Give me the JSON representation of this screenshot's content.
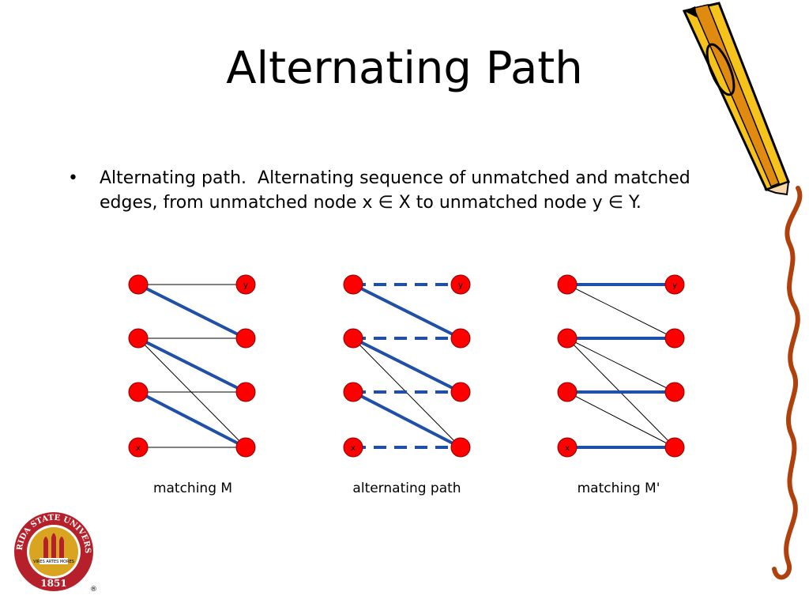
{
  "slide": {
    "title": "Alternating Path",
    "bullet": {
      "marker": "•",
      "line1": "Alternating path.  Alternating sequence of unmatched and matched",
      "line2_pre": "edges, from unmatched node x ",
      "element_of": "∈",
      "line2_mid": " X to unmatched node y ",
      "line2_post": " Y."
    }
  },
  "graphs": [
    {
      "caption": "matching M",
      "left_nodes": [
        "",
        "",
        "",
        "x"
      ],
      "right_nodes": [
        "y",
        "",
        "",
        ""
      ],
      "edges": [
        {
          "from": 0,
          "to": 0,
          "style": "thin"
        },
        {
          "from": 0,
          "to": 1,
          "style": "thick"
        },
        {
          "from": 1,
          "to": 1,
          "style": "thin"
        },
        {
          "from": 1,
          "to": 2,
          "style": "thick"
        },
        {
          "from": 1,
          "to": 3,
          "style": "thin"
        },
        {
          "from": 2,
          "to": 2,
          "style": "thin"
        },
        {
          "from": 2,
          "to": 3,
          "style": "thick"
        },
        {
          "from": 3,
          "to": 3,
          "style": "thin"
        }
      ]
    },
    {
      "caption": "alternating path",
      "left_nodes": [
        "",
        "",
        "",
        "x"
      ],
      "right_nodes": [
        "y",
        "",
        "",
        ""
      ],
      "edges": [
        {
          "from": 0,
          "to": 0,
          "style": "dashed"
        },
        {
          "from": 0,
          "to": 1,
          "style": "thick"
        },
        {
          "from": 1,
          "to": 1,
          "style": "dashed"
        },
        {
          "from": 1,
          "to": 2,
          "style": "thick"
        },
        {
          "from": 1,
          "to": 3,
          "style": "thin"
        },
        {
          "from": 2,
          "to": 2,
          "style": "dashed"
        },
        {
          "from": 2,
          "to": 3,
          "style": "thick"
        },
        {
          "from": 3,
          "to": 3,
          "style": "dashed"
        }
      ]
    },
    {
      "caption": "matching M'",
      "left_nodes": [
        "",
        "",
        "",
        "x"
      ],
      "right_nodes": [
        "y",
        "",
        "",
        ""
      ],
      "edges": [
        {
          "from": 0,
          "to": 0,
          "style": "thick"
        },
        {
          "from": 0,
          "to": 1,
          "style": "thin"
        },
        {
          "from": 1,
          "to": 1,
          "style": "thick"
        },
        {
          "from": 1,
          "to": 2,
          "style": "thin"
        },
        {
          "from": 1,
          "to": 3,
          "style": "thin"
        },
        {
          "from": 2,
          "to": 2,
          "style": "thick"
        },
        {
          "from": 2,
          "to": 3,
          "style": "thin"
        },
        {
          "from": 3,
          "to": 3,
          "style": "thick"
        }
      ]
    }
  ],
  "colors": {
    "node_fill": "#ff0000",
    "node_stroke": "#8b0000",
    "matched_edge": "#1f4fa8",
    "unmatched_edge": "#000000",
    "logo_red": "#b5202a",
    "logo_gold": "#d9a521",
    "pencil_yellow": "#f6c21c",
    "pencil_wood": "#f7d7a8",
    "squiggle": "#b0400c"
  },
  "logo": {
    "name": "FLORIDA STATE UNIVERSITY",
    "year": "1851",
    "mark": "®",
    "banner": "VIRES ARTES MORES"
  },
  "icons": {
    "logo": "university-seal-icon",
    "pencil": "pencil-icon",
    "border": "squiggle-border-icon"
  }
}
